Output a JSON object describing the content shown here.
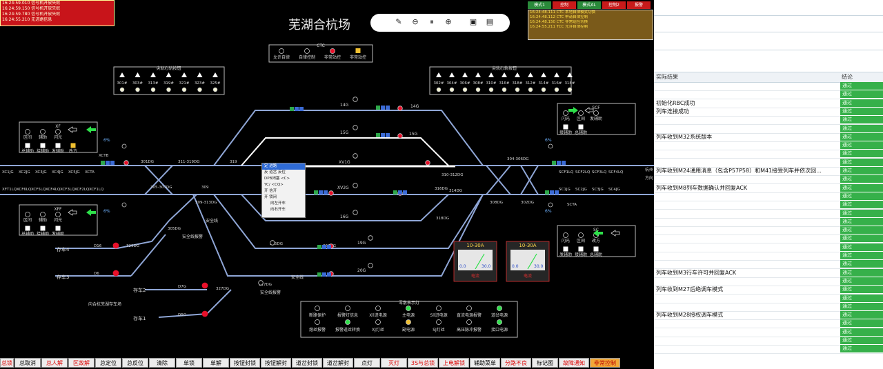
{
  "station_title": "芜湖合杭场",
  "colors": {
    "track": "#8fa6d6",
    "lock": "#ffffff",
    "red": "#e8102a",
    "green": "#2ee04a",
    "yellow": "#f0c030",
    "label": "#d8d8d8"
  },
  "alarm_lines": [
    "16:24:59.010 信号机开放失败",
    "16:24:59.150 信号机开放失败",
    "16:24:59.780 信号机开放失败",
    "16:24:55.210 无进路信息"
  ],
  "toolbar_icons": [
    "edit-icon",
    "step-back-icon",
    "pause-icon",
    "step-forward-icon",
    "save-icon",
    "save-as-icon"
  ],
  "status_buttons": [
    {
      "label": "模式1",
      "color": "#2a8a3a"
    },
    {
      "label": "控制",
      "color": "#c81a1a"
    },
    {
      "label": "模式AL",
      "color": "#2a8a3a"
    },
    {
      "label": "控制2",
      "color": "#c81a1a"
    },
    {
      "label": "报警",
      "color": "#c81a1a"
    }
  ],
  "log_lines": [
    "16:24:48.111 CTC 本地自律模式切换",
    "16:24:48.112 CTC 申请自律控制",
    "16:24:48.150 CTC 非常站控切换",
    "16:24:55.211 TCC 允许自律控制"
  ],
  "ctc_box": {
    "title": "CTC",
    "items": [
      "允许自律",
      "自律控制",
      "非常站控",
      "非常站控"
    ]
  },
  "left_switch_panel": {
    "title": "尖轨心轨按钮",
    "labels": [
      "301#",
      "303#",
      "313#",
      "319#",
      "321#",
      "323#",
      "325#"
    ]
  },
  "right_switch_panel": {
    "title": "尖轨心轨按钮",
    "labels": [
      "302#",
      "304#",
      "306#",
      "308#",
      "310#",
      "316#",
      "318#",
      "312#",
      "314#",
      "316#",
      "318#"
    ]
  },
  "left_top_block": {
    "title": "XF",
    "labels": [
      "区间",
      "辅助",
      "闪光",
      "总辅助",
      "接辅助",
      "发辅助",
      "改方"
    ]
  },
  "left_bottom_block": {
    "title": "XFF",
    "labels": [
      "区间",
      "辅助",
      "闪光",
      "总辅助",
      "接辅助",
      "发辅助"
    ]
  },
  "right_top_block": {
    "title": "SCF",
    "labels": [
      "闪光",
      "区间",
      "发辅助",
      "接辅助",
      "总辅助"
    ]
  },
  "right_bottom_block": {
    "title": "SC",
    "labels": [
      "闪光",
      "区间",
      "改方",
      "发辅助",
      "接辅助",
      "总辅助"
    ]
  },
  "left_pct_top": "6%",
  "left_pct_bot": "6%",
  "right_pct_top": "6%",
  "right_pct_bot": "6%",
  "track_labels": {
    "main_left": [
      "XC1JG",
      "XC2JG",
      "XC3JG",
      "XC4JG",
      "XC5JG",
      "XCTA"
    ],
    "main_left2": [
      "XFT1LQ",
      "XCF6LQ",
      "XCF5LQ",
      "XCF4LQ",
      "XCF3LQ",
      "XCF2LQ",
      "XCF1LQ"
    ],
    "sections": [
      "301DG",
      "311-319DG",
      "319",
      "305-307DG",
      "309",
      "309-313DG",
      "305DG",
      "329DG",
      "323DG",
      "315DG",
      "317DG",
      "327DG",
      "310-312DG",
      "304-306DG",
      "308DG",
      "302DG",
      "314DG",
      "318DG",
      "316DG"
    ],
    "tracks": [
      "14G",
      "15G",
      "XV1G",
      "XV2G",
      "16G",
      "19G",
      "20G",
      "14G",
      "15G",
      "14G",
      "15G"
    ],
    "right_main": [
      "SCF1LQ",
      "SCF2LQ",
      "SCF3LQ",
      "SCF4LQ",
      "SC1JG",
      "SC2JG",
      "SC3JG",
      "SC4JG"
    ],
    "right_vert": "杭州方向",
    "sidings": [
      "存车4",
      "存车3",
      "存车2",
      "存车1"
    ],
    "siding_ids": [
      "D16",
      "D6",
      "D7G",
      "D5G"
    ],
    "yard_note": "向合杭芜湖存车场",
    "safety": [
      "安全线",
      "安全线报警",
      "安全线",
      "安全线报警"
    ],
    "xctb": "XCTB",
    "scta": "SCTA",
    "sc": "SC"
  },
  "gauges": [
    {
      "range": "10-30A",
      "min": "0.0",
      "max": "30.0",
      "label": "电流"
    },
    {
      "range": "10-30A",
      "min": "0.0",
      "max": "30.0",
      "label": "电流"
    }
  ],
  "indicator_panel": {
    "title": "零散表示灯",
    "row1": [
      "断路保护",
      "报警灯信息",
      "Xll进电源",
      "主电源",
      "Sll进电源",
      "直流电源报警",
      "道岔电源"
    ],
    "row2": [
      "熔丝报警",
      "报警道岔转换",
      "XJ灯丝",
      "副电源",
      "SJ灯丝",
      "高压脉冲报警",
      "接口电源"
    ],
    "row1_colors": [
      "off",
      "off",
      "off",
      "green",
      "off",
      "off",
      "green"
    ],
    "row2_colors": [
      "off",
      "green",
      "off",
      "yellow",
      "off",
      "off",
      "green"
    ]
  },
  "context_menu": [
    "定 进路",
    "反 道岔 反位",
    "DPB闭塞 <C>",
    "YC/ <CQ>",
    "开 信开",
    "开 锁闭",
    "向左开车",
    "向右开车"
  ],
  "bottom_buttons": [
    {
      "label": "总锁",
      "style": "red"
    },
    {
      "label": "总取消",
      "style": "normal"
    },
    {
      "label": "总人解",
      "style": "red"
    },
    {
      "label": "区故解",
      "style": "red"
    },
    {
      "label": "总定位",
      "style": "normal"
    },
    {
      "label": "总反位",
      "style": "normal"
    },
    {
      "label": "清除",
      "style": "normal"
    },
    {
      "label": "单锁",
      "style": "normal"
    },
    {
      "label": "单解",
      "style": "normal"
    },
    {
      "label": "按钮封锁",
      "style": "normal"
    },
    {
      "label": "按钮解封",
      "style": "normal"
    },
    {
      "label": "道岔封锁",
      "style": "normal"
    },
    {
      "label": "道岔解封",
      "style": "normal"
    },
    {
      "label": "点灯",
      "style": "normal"
    },
    {
      "label": "灭灯",
      "style": "red"
    },
    {
      "label": "3S与总锁",
      "style": "red"
    },
    {
      "label": "上电解锁",
      "style": "red"
    },
    {
      "label": "辅助菜单",
      "style": "normal"
    },
    {
      "label": "分路不良",
      "style": "red"
    },
    {
      "label": "标记图",
      "style": "normal"
    },
    {
      "label": "故障通知",
      "style": "red"
    },
    {
      "label": "非常控制",
      "style": "hl"
    }
  ],
  "panel": {
    "header_result": "实际结果",
    "header_conclusion": "结论",
    "rows": [
      "",
      "",
      "初始化RBC成功",
      "列车连接成功",
      "",
      "",
      "列车收到M32系统版本",
      "",
      "",
      "",
      "列车收到M24通用消息（包含P57P58）和M41接受列车并依次回...",
      "",
      "列车收到M8列车数据确认并回复ACK",
      "",
      "",
      "",
      "",
      "",
      "",
      "",
      "",
      "",
      "列车收到M3行车许可并回复ACK",
      "",
      "列车收到M27后绝调车模式",
      "",
      "",
      "列车收到M28授权调车模式",
      "",
      "",
      "",
      "",
      ""
    ],
    "pass_label": "通过"
  }
}
